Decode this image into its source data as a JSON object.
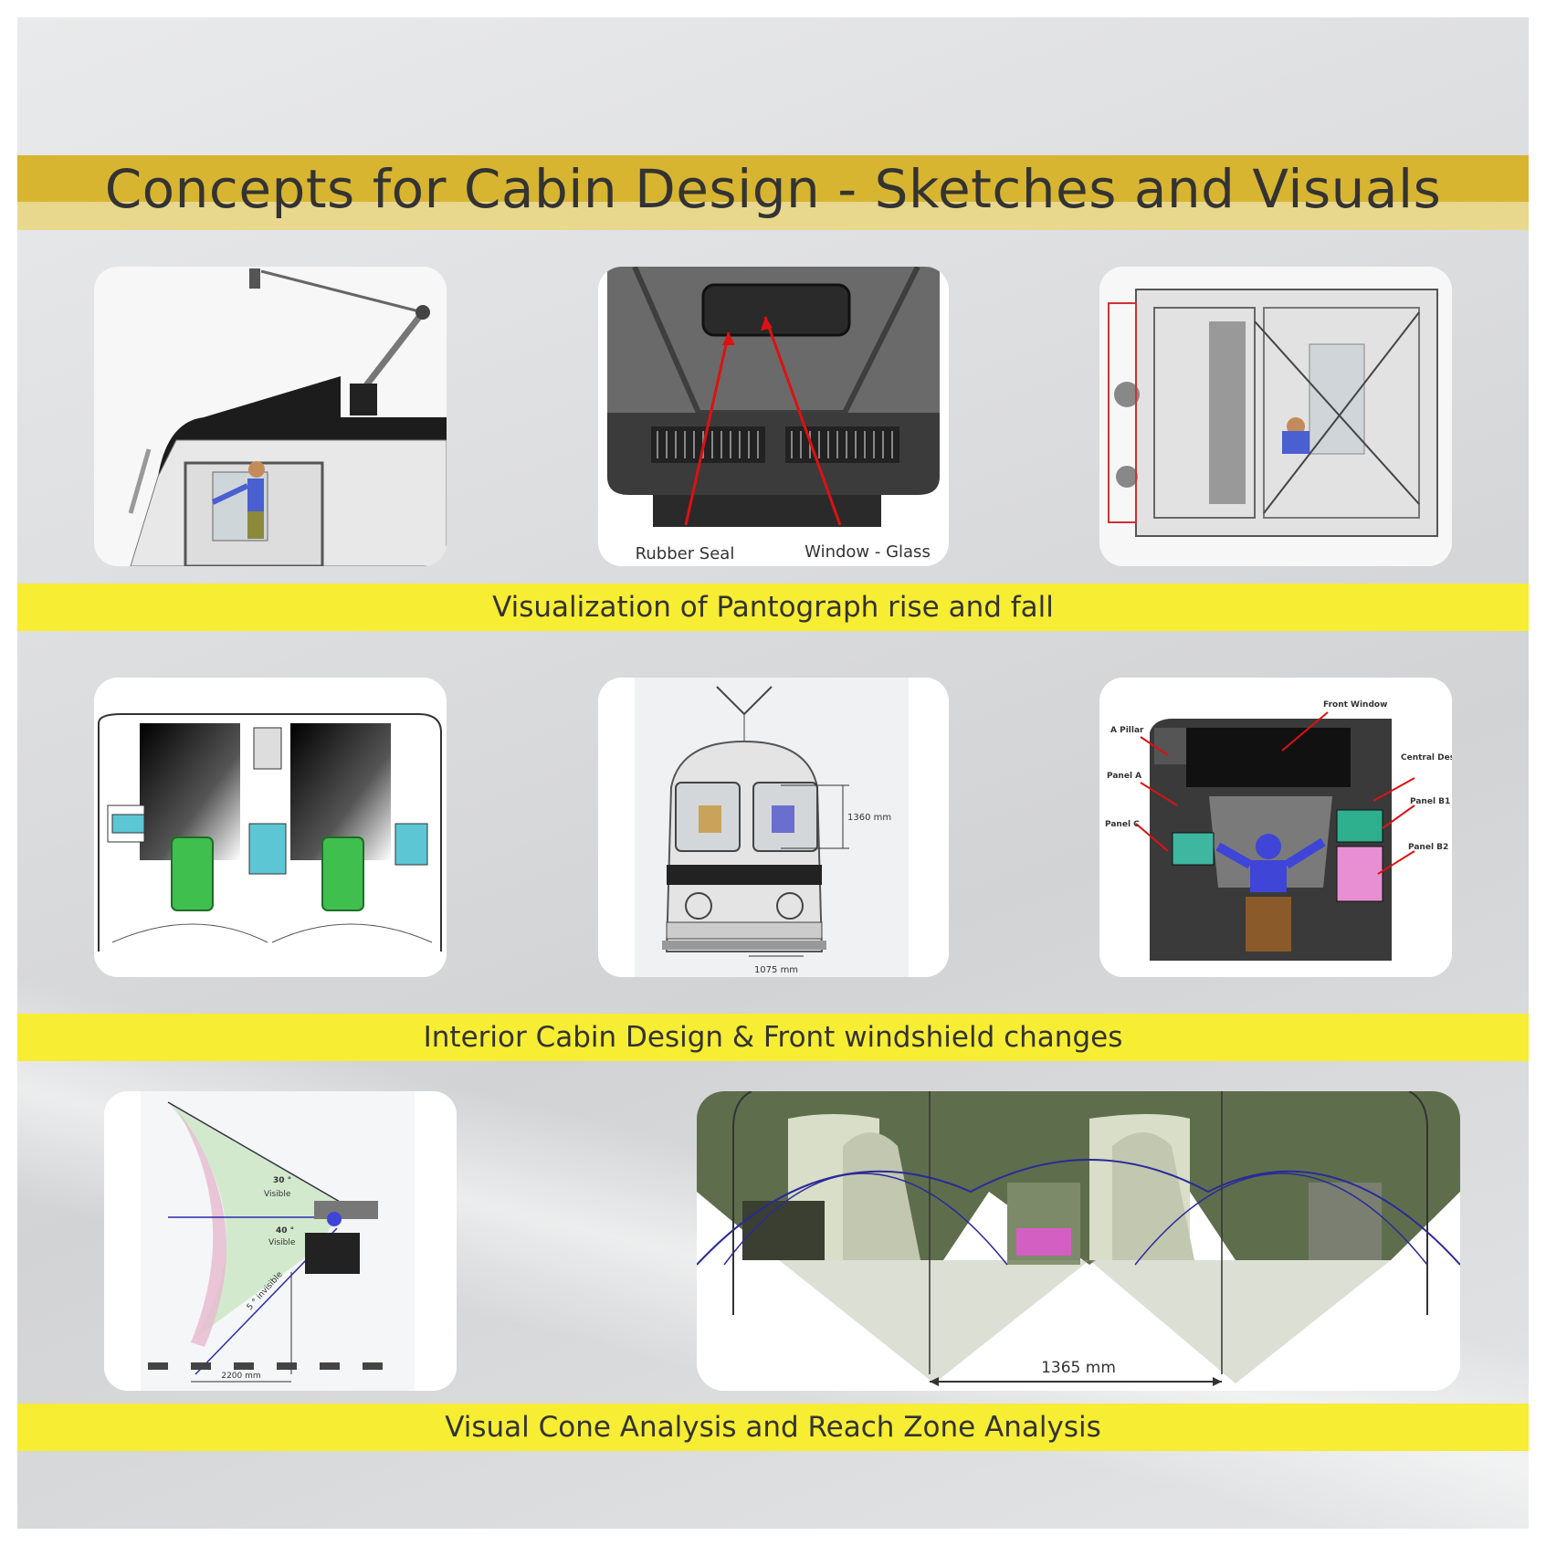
{
  "title": "Concepts for Cabin Design - Sketches and Visuals",
  "sections": [
    {
      "caption": "Visualization of Pantograph rise and fall"
    },
    {
      "caption": "Interior Cabin Design & Front windshield changes"
    },
    {
      "caption": "Visual Cone Analysis and Reach Zone Analysis"
    }
  ],
  "images": {
    "pantograph_side": {},
    "window_front": {
      "label_seal": "Rubber Seal",
      "label_glass": "Window - Glass"
    },
    "cabin_top": {},
    "interior_layout": {},
    "front_view": {
      "dim_height": "1360 mm",
      "dim_width": "1075 mm"
    },
    "desk_panels": {
      "front_window": "Front Window",
      "a_pillar": "A Pillar",
      "panel_a": "Panel A",
      "panel_c": "Panel C",
      "central_desk": "Central Desk",
      "panel_b1": "Panel B1",
      "panel_b2": "Panel B2"
    },
    "visual_cone": {
      "angle_30": "30 °",
      "visible_30": "Visible",
      "angle_40": "40 °",
      "visible_40": "Visible",
      "invisible": "5 ° invisible",
      "dim": "2200 mm"
    },
    "reach_zone": {
      "dim": "1365 mm"
    }
  }
}
